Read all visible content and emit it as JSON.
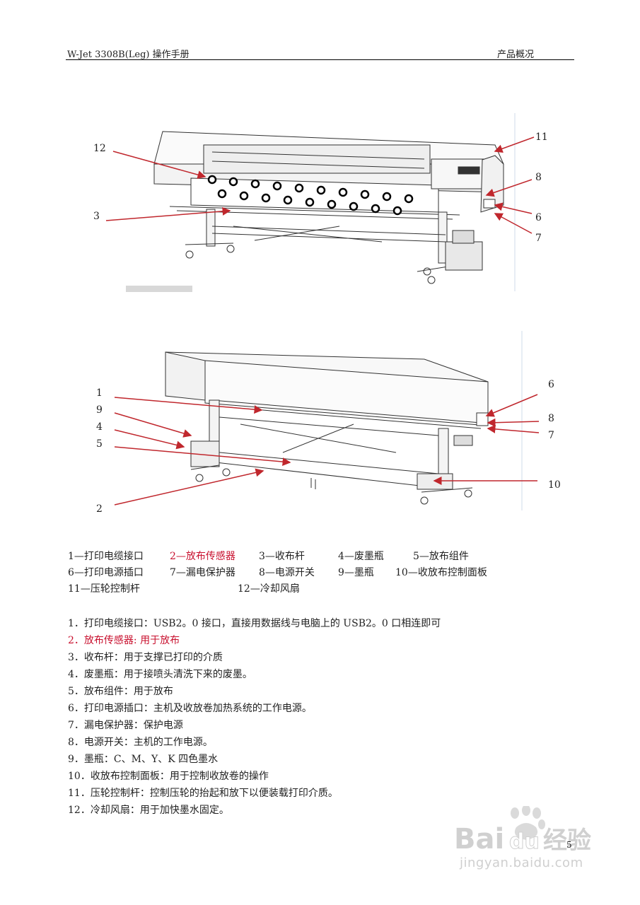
{
  "header": {
    "left": "W-Jet 3308B(Leg) 操作手册",
    "right": "产品概况"
  },
  "figure_top": {
    "callouts": [
      "12",
      "3",
      "11",
      "8",
      "6",
      "7"
    ]
  },
  "figure_bottom": {
    "callouts": [
      "1",
      "9",
      "4",
      "5",
      "2",
      "6",
      "8",
      "7",
      "10"
    ]
  },
  "legend": {
    "r1": [
      "1—打印电缆接口",
      "2—放布传感器",
      "3—收布杆",
      "4—废墨瓶",
      "5—放布组件"
    ],
    "r2": [
      "6—打印电源插口",
      "7—漏电保护器",
      "8—电源开关",
      "9—墨瓶",
      "10—收放布控制面板"
    ],
    "r3": [
      "11—压轮控制杆",
      "12—冷却风扇"
    ]
  },
  "descriptions": [
    "1．打印电缆接口：USB2。0 接口，直接用数据线与电脑上的 USB2。0 口相连即可",
    "2．放布传感器: 用于放布",
    "3．收布杆：用于支撑已打印的介质",
    "4．废墨瓶：用于接喷头清洗下来的废墨。",
    "5．放布组件：用于放布",
    "6．打印电源插口：主机及收放卷加热系统的工作电源。",
    "7．漏电保护器：保护电源",
    "8．电源开关：主机的工作电源。",
    "9．墨瓶：C、M、Y、K 四色墨水",
    "10．收放布控制面板：用于控制收放卷的操作",
    "11．压轮控制杆：控制压轮的抬起和放下以便装载打印介质。",
    "12．冷却风扇：用于加快墨水固定。"
  ],
  "page_number": "5",
  "watermark": {
    "logo": "Bai du 经验",
    "url": "jingyan.baidu.com"
  },
  "colors": {
    "accent_red": "#c8102e",
    "callout_line": "#c0272d"
  }
}
